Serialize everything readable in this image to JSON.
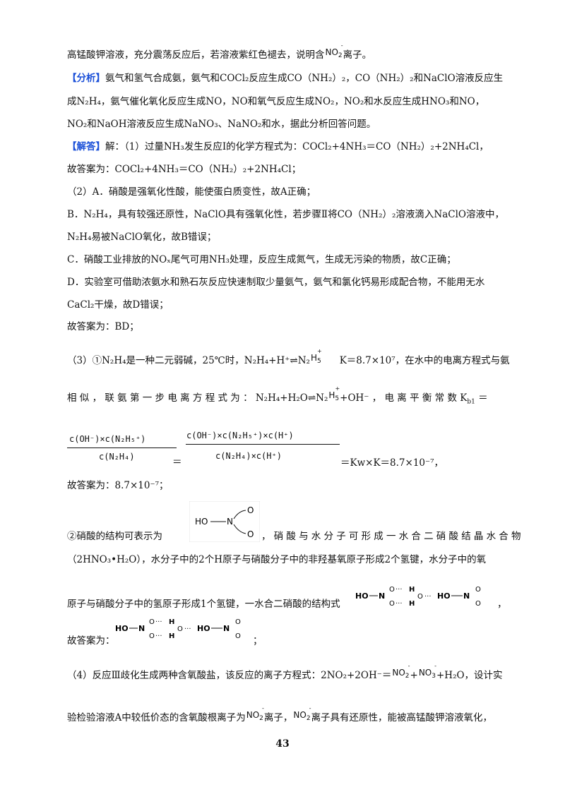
{
  "lines": {
    "l1": "高锰酸钾溶液，充分震荡反应后，若溶液紫红色褪去，说明含",
    "l1b": "离子。",
    "tag_analysis": "【分析】",
    "l2": "氨气和氢气合成氨，氨气和COCl₂反应生成CO（NH₂）₂，CO（NH₂）₂和NaClO溶液反应生",
    "l3": "成N₂H₄，氨气催化氧化反应生成NO，NO和氧气反应生成NO₂，NO₂和水反应生成HNO₃和NO，",
    "l4": "NO₂和NaOH溶液反应生成NaNO₃、NaNO₂和水，据此分析回答问题。",
    "tag_answer": "【解答】",
    "l5": "解：（1）过量NH₃发生反应Ⅰ的化学方程式为：COCl₂+4NH₃＝CO（NH₂）₂+2NH₄Cl，",
    "l6": "故答案为：COCl₂+4NH₃＝CO（NH₂）₂+2NH₄Cl；",
    "l7": "（2）A．硝酸是强氧化性酸，能使蛋白质变性，故A正确；",
    "l8": "B．N₂H₄，具有较强还原性，NaClO具有强氧化性，若步骤Ⅱ将CO（NH₂）₂溶液滴入NaClO溶液中，",
    "l9": "N₂H₄易被NaClO氧化，故B错误；",
    "l10": "C．硝酸工业排放的NOₓ尾气可用NH₃处理，反应生成氮气，生成无污染的物质，故C正确；",
    "l11": "D．实验室可借助浓氨水和熟石灰反应快速制取少量氨气，氨气和氯化钙易形成配合物，不能用无水",
    "l12": "CaCl₂干燥，故D错误；",
    "l13": "故答案为：BD；",
    "l14a": "（3）①N₂H₄是一种二元弱碱，25℃时，N₂H₄+H⁺⇌N₂",
    "l14b": "K＝8.7×10⁷，在水中的电离方程式与氨",
    "l15a": "相 似 ， 联 氨 第 一 步 电 离 方 程 式 为 ： N₂H₄+H₂O⇌N₂",
    "l15b": "+OH⁻ ， 电 离 平 衡 常 数 K",
    "l15c": "b1",
    "l15d": " ＝",
    "frac1_num": "c(OH⁻)×c(N₂H₅⁺)",
    "frac1_den": "c(N₂H₄)",
    "eq": "＝",
    "frac2_num": "c(OH⁻)×c(N₂H₅⁺)×c(H⁺)",
    "frac2_den": "c(N₂H₄)×c(H⁺)",
    "l16": "＝Kw×K＝8.7×10⁻⁷，",
    "l17": "故答案为：8.7×10⁻⁷；",
    "l18a": "②硝酸的结构可表示为",
    "l18b": "，硝酸与水分子可形成一水合二硝酸结晶水合物",
    "l19": "（2HNO₃•H₂O），水分子中的2个H原子与硝酸分子中的非羟基氧原子形成2个氢键，水分子中的氧",
    "l20": "原子与硝酸分子中的氢原子形成1个氢键，一水合二硝酸的结构式",
    "l20b": "，",
    "l21": "故答案为：",
    "l21b": "；",
    "l22a": "（4）反应Ⅲ歧化生成两种含氧酸盐，该反应的离子方程式：2NO₂+2OH⁻＝",
    "l22b": "+",
    "l22c": "+H₂O，设计实",
    "l23a": "验检验溶液A中较低价态的含氧酸根离子为",
    "l23b": "离子，",
    "l23c": "离子具有还原性，能被高锰酸钾溶液氧化，"
  },
  "ions": {
    "no2": "NO",
    "no2_sub": "2",
    "no3": "NO",
    "no3_sub": "3",
    "minus": "-",
    "h5": "H",
    "h5_sub": "5",
    "plus": "+"
  },
  "structure": {
    "ho": "HO",
    "n": "N",
    "o": "O",
    "h": "H"
  },
  "page_number": "43"
}
